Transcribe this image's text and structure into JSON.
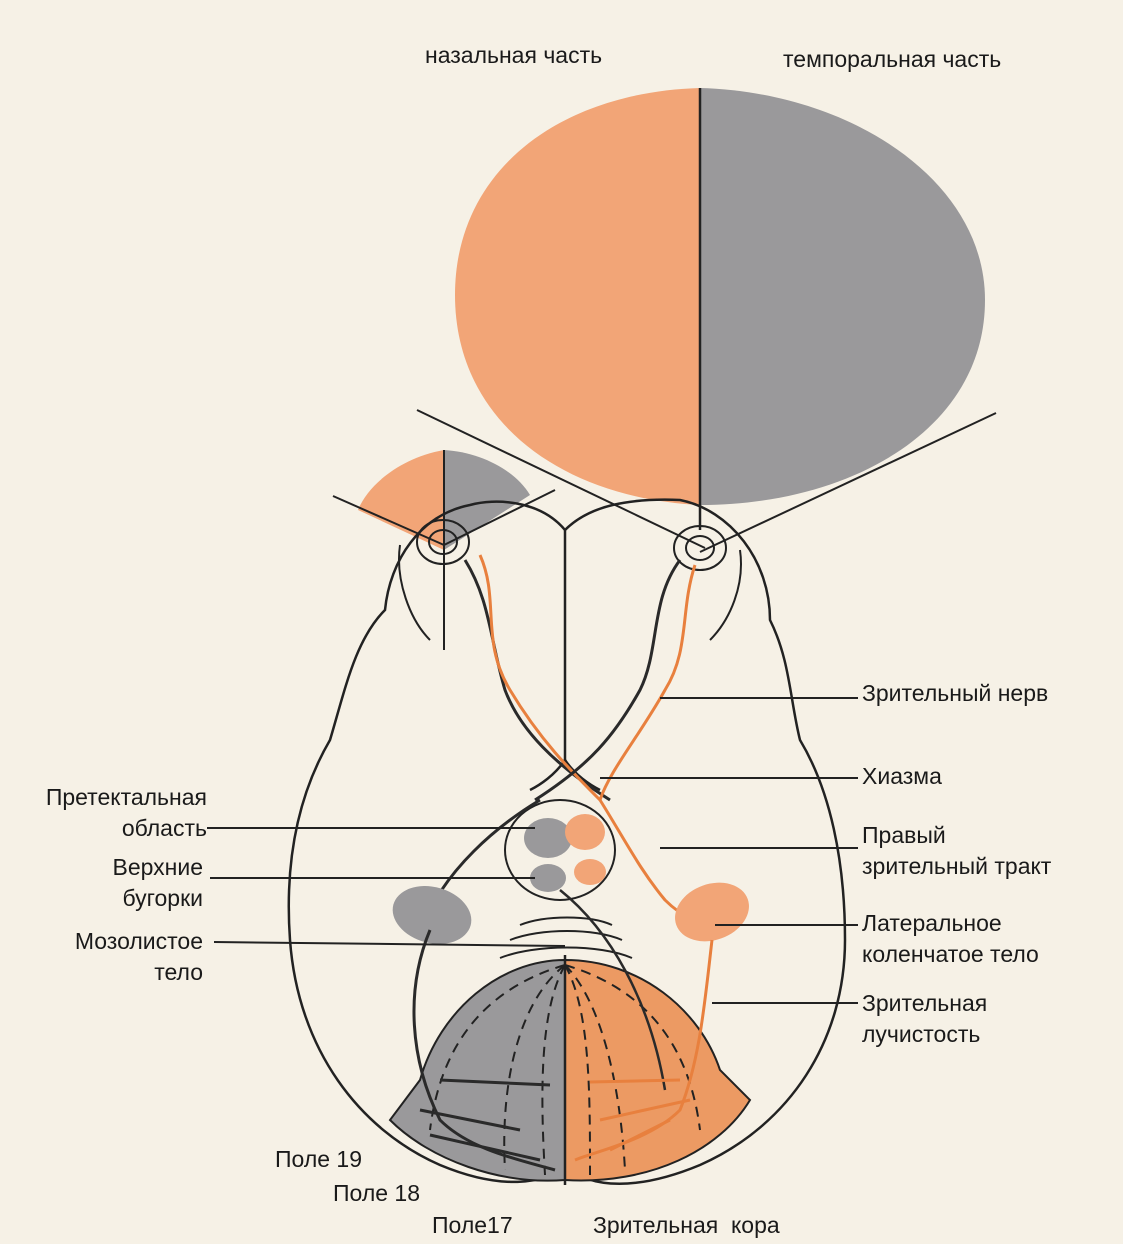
{
  "labels": {
    "nasal": "назальная часть",
    "temporal": "темпоральная часть",
    "optic_nerve": "Зрительный нерв",
    "chiasm": "Хиазма",
    "right_tract_1": "Правый",
    "right_tract_2": "зрительный тракт",
    "lgn_1": "Латеральное",
    "lgn_2": "коленчатое тело",
    "radiation_1": "Зрительная",
    "radiation_2": "лучистость",
    "pretectal_1": "Претектальная",
    "pretectal_2": "область",
    "colliculi_1": "Верхние",
    "colliculi_2": "бугорки",
    "callosum_1": "Мозолистое",
    "callosum_2": "тело",
    "field19": "Поле 19",
    "field18": "Поле 18",
    "field17": "Поле17",
    "visual_cortex": "Зрительная  кора"
  },
  "colors": {
    "nasal_field": "#f2a577",
    "temporal_field": "#9a999b",
    "orange_pathway": "#e8803e",
    "grey_pathway": "#2a2a2a",
    "background": "#f6f1e6"
  }
}
